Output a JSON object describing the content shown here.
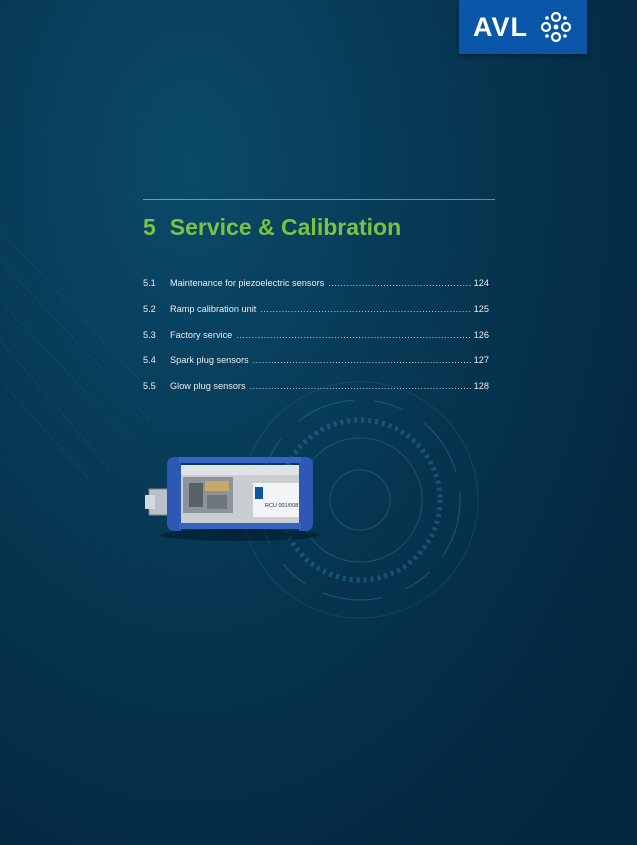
{
  "logo": {
    "text": "AVL"
  },
  "chapter": {
    "number": "5",
    "title": "Service & Calibration"
  },
  "toc": [
    {
      "num": "5.1",
      "title": "Maintenance for piezoelectric sensors",
      "page": "124"
    },
    {
      "num": "5.2",
      "title": "Ramp calibration unit",
      "page": "125"
    },
    {
      "num": "5.3",
      "title": "Factory service",
      "page": "126"
    },
    {
      "num": "5.4",
      "title": "Spark plug sensors",
      "page": "127"
    },
    {
      "num": "5.5",
      "title": "Glow plug sensors",
      "page": "128"
    }
  ],
  "device": {
    "label": "RCU 001/008"
  },
  "colors": {
    "accent_green": "#7cc242",
    "logo_blue": "#0a56a8",
    "background": "#073a56"
  }
}
